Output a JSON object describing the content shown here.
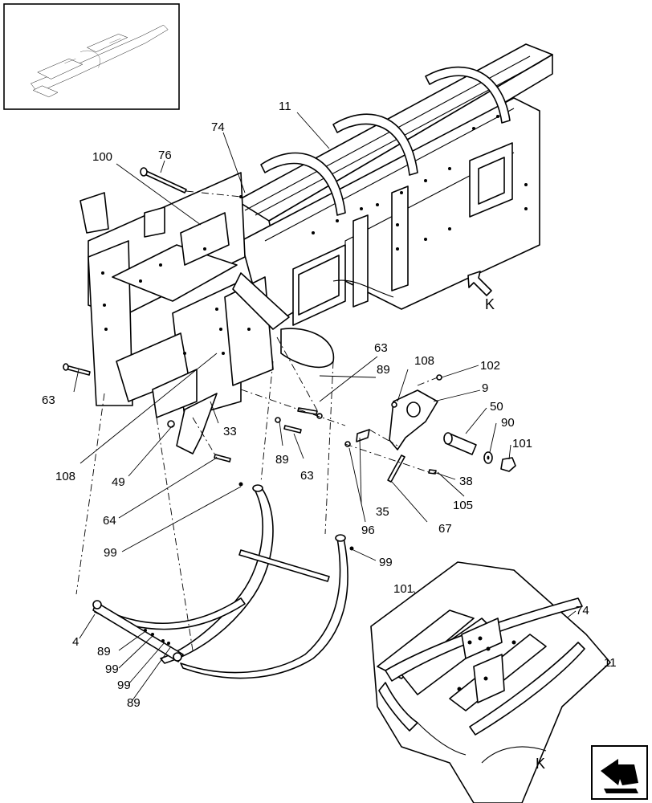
{
  "diagram": {
    "callouts": [
      {
        "id": "c11",
        "text": "11"
      },
      {
        "id": "c74",
        "text": "74"
      },
      {
        "id": "c100",
        "text": "100"
      },
      {
        "id": "c76",
        "text": "76"
      },
      {
        "id": "c63a",
        "text": "63"
      },
      {
        "id": "c108a",
        "text": "108"
      },
      {
        "id": "c49",
        "text": "49"
      },
      {
        "id": "c33",
        "text": "33"
      },
      {
        "id": "c64",
        "text": "64"
      },
      {
        "id": "c99a",
        "text": "99"
      },
      {
        "id": "c89a",
        "text": "89"
      },
      {
        "id": "c63b",
        "text": "63"
      },
      {
        "id": "c63c",
        "text": "63"
      },
      {
        "id": "c89b",
        "text": "89"
      },
      {
        "id": "c108b",
        "text": "108"
      },
      {
        "id": "c102",
        "text": "102"
      },
      {
        "id": "c9",
        "text": "9"
      },
      {
        "id": "c50",
        "text": "50"
      },
      {
        "id": "c90",
        "text": "90"
      },
      {
        "id": "c101a",
        "text": "101"
      },
      {
        "id": "c38",
        "text": "38"
      },
      {
        "id": "c105",
        "text": "105"
      },
      {
        "id": "c67",
        "text": "67"
      },
      {
        "id": "c35",
        "text": "35"
      },
      {
        "id": "c96",
        "text": "96"
      },
      {
        "id": "c99b",
        "text": "99"
      },
      {
        "id": "c4",
        "text": "4"
      },
      {
        "id": "c89c",
        "text": "89"
      },
      {
        "id": "c99c",
        "text": "99"
      },
      {
        "id": "c99d",
        "text": "99"
      },
      {
        "id": "c89d",
        "text": "89"
      },
      {
        "id": "c101b",
        "text": "101"
      },
      {
        "id": "c74b",
        "text": "74"
      },
      {
        "id": "c11b",
        "text": "11"
      }
    ],
    "view_label_main": "K",
    "view_label_detail": "K"
  },
  "icons": {
    "nav_arrow": "return-arrow-icon"
  }
}
